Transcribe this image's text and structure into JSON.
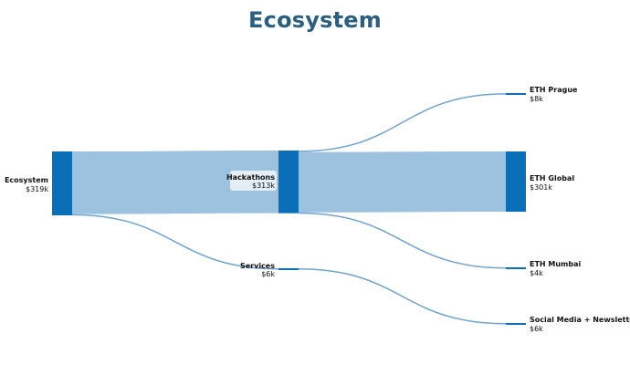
{
  "title": "Ecosystem",
  "chart_data": {
    "type": "sankey",
    "title": "Ecosystem",
    "nodes": [
      {
        "id": "ecosystem",
        "name": "Ecosystem",
        "value_label": "$319k",
        "value": 319
      },
      {
        "id": "hackathons",
        "name": "Hackathons",
        "value_label": "$313k",
        "value": 313
      },
      {
        "id": "services",
        "name": "Services",
        "value_label": "$6k",
        "value": 6
      },
      {
        "id": "eth_prague",
        "name": "ETH Prague",
        "value_label": "$8k",
        "value": 8
      },
      {
        "id": "eth_global",
        "name": "ETH Global",
        "value_label": "$301k",
        "value": 301
      },
      {
        "id": "eth_mumbai",
        "name": "ETH Mumbai",
        "value_label": "$4k",
        "value": 4
      },
      {
        "id": "social_media",
        "name": "Social Media + Newsletter",
        "value_label": "$6k",
        "value": 6
      }
    ],
    "links": [
      {
        "source": "ecosystem",
        "target": "hackathons",
        "value": 313
      },
      {
        "source": "ecosystem",
        "target": "services",
        "value": 6
      },
      {
        "source": "hackathons",
        "target": "eth_prague",
        "value": 8
      },
      {
        "source": "hackathons",
        "target": "eth_global",
        "value": 301
      },
      {
        "source": "hackathons",
        "target": "eth_mumbai",
        "value": 4
      },
      {
        "source": "services",
        "target": "social_media",
        "value": 6
      }
    ],
    "colors": {
      "node": "#0a6fb8",
      "link": "#9cc2e0",
      "link_stroke": "#6fa3d0",
      "title": "#2a5f82"
    }
  }
}
